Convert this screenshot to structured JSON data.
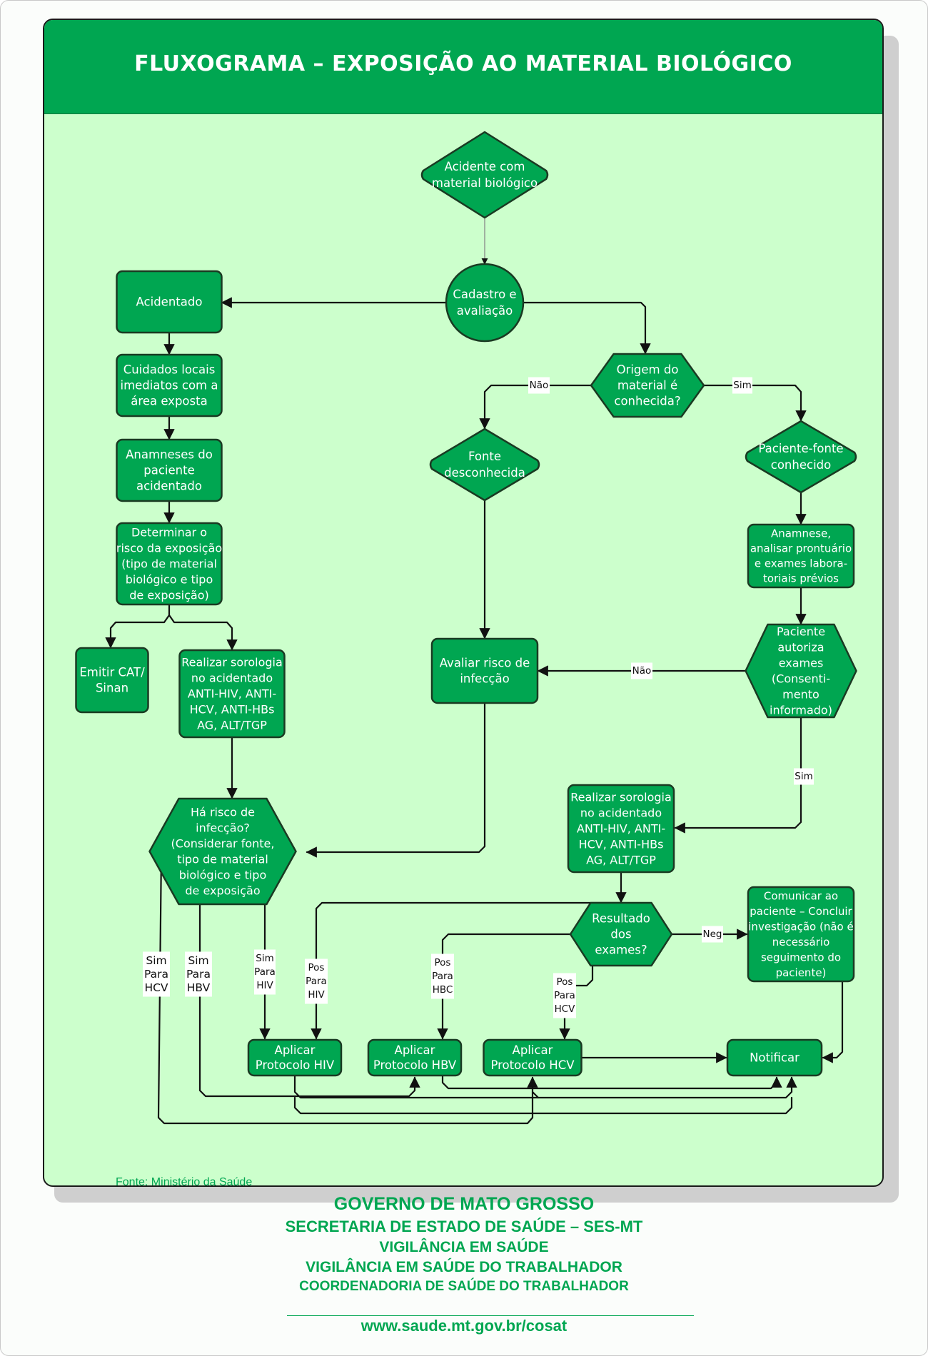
{
  "title": "FLUXOGRAMA – EXPOSIÇÃO AO MATERIAL BIOLÓGICO",
  "source": "Fonte: Ministério da Saúde",
  "colors": {
    "node_fill": "#00a651",
    "node_stroke": "#1a3a22",
    "background": "#ccffcc",
    "header": "#00a651",
    "edge": "#111111",
    "label_bg": "#ffffff"
  },
  "nodes": {
    "start": [
      "Acidente com",
      "material biológico"
    ],
    "cadastro": [
      "Cadastro e",
      "avaliação"
    ],
    "acidentado": [
      "Acidentado"
    ],
    "cuidados": [
      "Cuidados locais",
      "imediatos com a",
      "área exposta"
    ],
    "anamneses": [
      "Anamneses do",
      "paciente",
      "acidentado"
    ],
    "determinar": [
      "Determinar o",
      "risco da exposição",
      "(tipo de material",
      "biológico e tipo",
      "de exposição)"
    ],
    "emitir_cat": [
      "Emitir CAT/",
      "Sinan"
    ],
    "sorologia_left": [
      "Realizar sorologia",
      "no acidentado",
      "ANTI-HIV, ANTI-",
      "HCV, ANTI-HBs",
      "AG, ALT/TGP"
    ],
    "origem": [
      "Origem do",
      "material é",
      "conhecida?"
    ],
    "fonte_desconhecida": [
      "Fonte",
      "desconhecida"
    ],
    "paciente_fonte": [
      "Paciente-fonte",
      "conhecido"
    ],
    "anamnese_prontuario": [
      "Anamnese,",
      "analisar prontuário",
      "e exames labora-",
      "toriais prévios"
    ],
    "avaliar_risco": [
      "Avaliar risco de",
      "infecção"
    ],
    "paciente_autoriza": [
      "Paciente",
      "autoriza",
      "exames",
      "(Consenti-",
      "mento",
      "informado)"
    ],
    "risco_infeccao": [
      "Há risco de",
      "infecção?",
      "(Considerar fonte,",
      "tipo de material",
      "biológico e tipo",
      "de exposição"
    ],
    "sorologia_right": [
      "Realizar sorologia",
      "no acidentado",
      "ANTI-HIV, ANTI-",
      "HCV, ANTI-HBs",
      "AG, ALT/TGP"
    ],
    "resultado": [
      "Resultado",
      "dos",
      "exames?"
    ],
    "comunicar": [
      "Comunicar ao",
      "paciente – Concluir",
      "investigação (não é",
      "necessário",
      "seguimento do",
      "paciente)"
    ],
    "protocolo_hiv": [
      "Aplicar",
      "Protocolo HIV"
    ],
    "protocolo_hbv": [
      "Aplicar",
      "Protocolo HBV"
    ],
    "protocolo_hcv": [
      "Aplicar",
      "Protocolo HCV"
    ],
    "notificar": [
      "Notificar"
    ]
  },
  "edge_labels": {
    "nao_origem": [
      "Não"
    ],
    "sim_origem": [
      "Sim"
    ],
    "nao_autoriza": [
      "Não"
    ],
    "sim_autoriza": [
      "Sim"
    ],
    "neg": [
      "Neg"
    ],
    "sim_hcv": [
      "Sim",
      "Para",
      "HCV"
    ],
    "sim_hbv": [
      "Sim",
      "Para",
      "HBV"
    ],
    "sim_hiv": [
      "Sim",
      "Para",
      "HIV"
    ],
    "pos_hiv": [
      "Pos",
      "Para",
      "HIV"
    ],
    "pos_hbc": [
      "Pos",
      "Para",
      "HBC"
    ],
    "pos_hcv": [
      "Pos",
      "Para",
      "HCV"
    ]
  },
  "footer": {
    "line1": "GOVERNO DE MATO GROSSO",
    "line2": "SECRETARIA DE ESTADO DE SAÚDE – SES-MT",
    "line3": "VIGILÂNCIA EM SAÚDE",
    "line4": "VIGILÂNCIA EM SAÚDE DO TRABALHADOR",
    "line5": "COORDENADORIA DE SAÚDE DO TRABALHADOR",
    "website": "www.saude.mt.gov.br/cosat"
  }
}
